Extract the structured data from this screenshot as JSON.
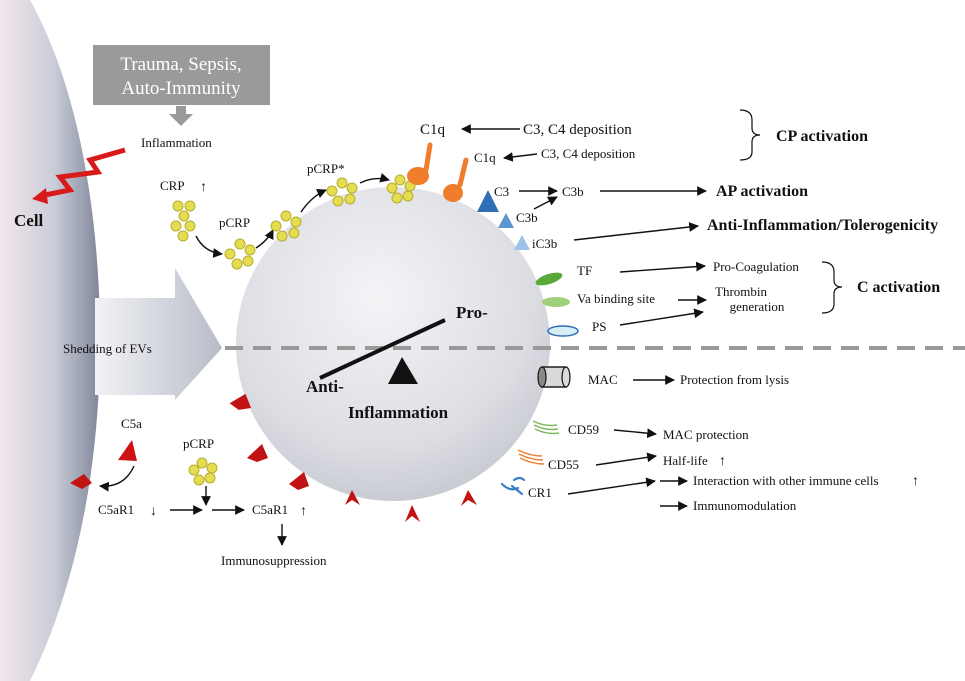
{
  "trigger": {
    "line1": "Trauma, Sepsis,",
    "line2": "Auto-Immunity"
  },
  "labels": {
    "inflammation": "Inflammation",
    "cell": "Cell",
    "crp": "CRP",
    "pcrp": "pCRP",
    "pcrp_star": "pCRP*",
    "c1q_1": "C1q",
    "c1q_2": "C1q",
    "c3c4_1": "C3, C4 deposition",
    "c3c4_2": "C3, C4 deposition",
    "cp_activation": "CP activation",
    "c3": "C3",
    "c3b_1": "C3b",
    "c3b_2": "C3b",
    "ap_activation": "AP activation",
    "ic3b": "iC3b",
    "anti_inflam_tol": "Anti-Inflammation/Tolerogenicity",
    "tf": "TF",
    "va_site": "Va binding site",
    "ps": "PS",
    "pro_coag": "Pro-Coagulation",
    "thrombin_1": "Thrombin",
    "thrombin_2": "generation",
    "c_activation": "C activation",
    "shedding": "Shedding of EVs",
    "pro": "Pro-",
    "anti": "Anti-",
    "inflammation_main": "Inflammation",
    "mac": "MAC",
    "protection_lysis": "Protection from lysis",
    "cd59": "CD59",
    "mac_protection": "MAC protection",
    "cd55": "CD55",
    "half_life": "Half-life",
    "cr1": "CR1",
    "interaction": "Interaction with other immune cells",
    "immunomodulation": "Immunomodulation",
    "c5a": "C5a",
    "pcrp_bottom": "pCRP",
    "c5ar1_left": "C5aR1",
    "c5ar1_right": "C5aR1",
    "immunosuppression": "Immunosuppression"
  },
  "colors": {
    "c1q": "#ef7d2c",
    "crp": "#e5dd4f",
    "c3": "#2e6fb5",
    "c3b": "#5b95d2",
    "ic3b": "#9cc3e8",
    "tf": "#5aa83a",
    "va": "#9ed07a",
    "ps": "#d6eef4",
    "c5a": "#cc1212",
    "bolt": "#d91a1a",
    "arrow_grey": "#9a9a9a"
  }
}
